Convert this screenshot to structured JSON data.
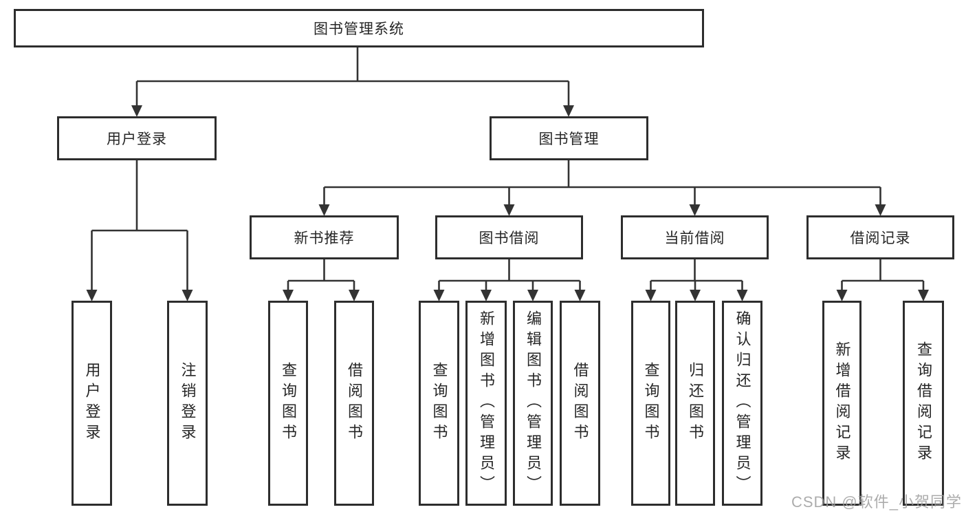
{
  "diagram": {
    "root": {
      "label": "图书管理系统"
    },
    "branches": [
      {
        "label": "用户登录",
        "leaves": [
          {
            "label": "用户登录"
          },
          {
            "label": "注销登录"
          }
        ]
      },
      {
        "label": "图书管理",
        "children": [
          {
            "label": "新书推荐",
            "leaves": [
              {
                "label": "查询图书"
              },
              {
                "label": "借阅图书"
              }
            ]
          },
          {
            "label": "图书借阅",
            "leaves": [
              {
                "label": "查询图书"
              },
              {
                "label": "新增图书（管理员）"
              },
              {
                "label": "编辑图书（管理员）"
              },
              {
                "label": "借阅图书"
              }
            ]
          },
          {
            "label": "当前借阅",
            "leaves": [
              {
                "label": "查询图书"
              },
              {
                "label": "归还图书"
              },
              {
                "label": "确认归还（管理员）"
              }
            ]
          },
          {
            "label": "借阅记录",
            "leaves": [
              {
                "label": "新增借阅记录"
              },
              {
                "label": "查询借阅记录"
              }
            ]
          }
        ]
      }
    ]
  },
  "watermark": {
    "text": "CSDN @软件_小贺同学",
    "color": "#9e9e9e"
  },
  "colors": {
    "background": "#ffffff",
    "box_fill": "#ffffff",
    "box_border": "#2d2d2d",
    "line": "#333333",
    "text": "#262626"
  }
}
